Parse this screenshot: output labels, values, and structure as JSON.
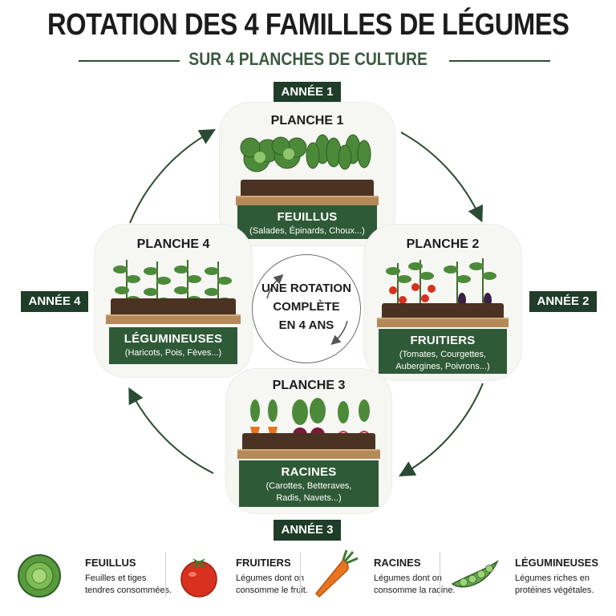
{
  "title": "ROTATION DES 4 FAMILLES DE LÉGUMES",
  "subtitle": "SUR 4 PLANCHES DE CULTURE",
  "years": {
    "y1": "ANNÉE 1",
    "y2": "ANNÉE 2",
    "y3": "ANNÉE 3",
    "y4": "ANNÉE 4"
  },
  "center": {
    "line1": "UNE ROTATION",
    "line2": "COMPLÈTE",
    "line3": "EN 4 ANS"
  },
  "planches": {
    "p1": {
      "title": "PLANCHE 1",
      "family": "FEUILLUS",
      "examples": "(Salades, Épinards, Choux...)"
    },
    "p2": {
      "title": "PLANCHE 2",
      "family": "FRUITIERS",
      "examples_l1": "(Tomates, Courgettes,",
      "examples_l2": "Aubergines, Poivrons...)"
    },
    "p3": {
      "title": "PLANCHE 3",
      "family": "RACINES",
      "examples_l1": "(Carottes, Betteraves,",
      "examples_l2": "Radis, Navets...)"
    },
    "p4": {
      "title": "PLANCHE 4",
      "family": "LÉGUMINEUSES",
      "examples": "(Haricots, Pois, Fèves...)"
    }
  },
  "legend": [
    {
      "icon": "cabbage-icon",
      "name": "FEUILLUS",
      "desc_l1": "Feuilles et tiges",
      "desc_l2": "tendres consommées."
    },
    {
      "icon": "tomato-icon",
      "name": "FRUITIERS",
      "desc_l1": "Légumes dont on",
      "desc_l2": "consomme le fruit."
    },
    {
      "icon": "carrot-icon",
      "name": "RACINES",
      "desc_l1": "Légumes dont on",
      "desc_l2": "consomme la racine."
    },
    {
      "icon": "pea-pod-icon",
      "name": "LÉGUMINEUSES",
      "desc_l1": "Légumes riches en",
      "desc_l2": "protéines végétales."
    }
  ],
  "colors": {
    "dark_green": "#1f3d28",
    "label_green": "#2f5a37",
    "soil": "#4a3322",
    "wood": "#b48a58"
  }
}
